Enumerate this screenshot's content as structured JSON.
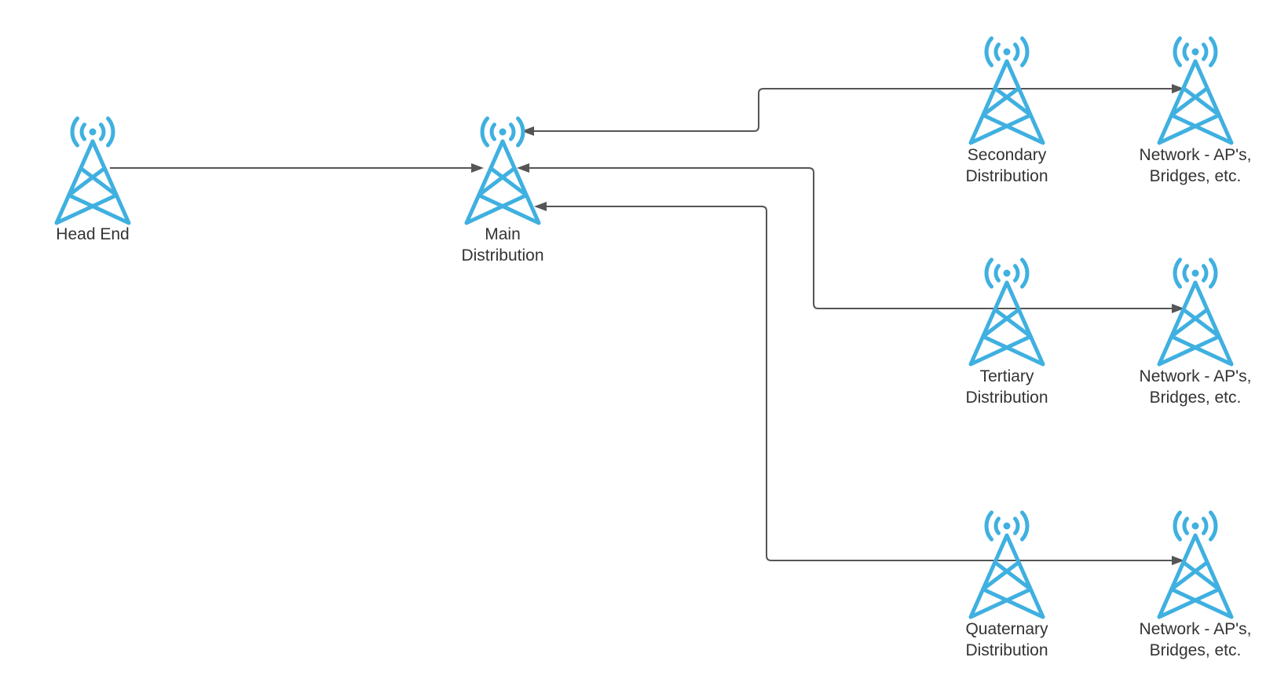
{
  "colors": {
    "tower": "#3fb0e0",
    "connector": "#555555",
    "text": "#333333"
  },
  "nodes": [
    {
      "id": "head-end",
      "icon": "antenna-tower-icon",
      "label": [
        "Head End"
      ]
    },
    {
      "id": "main",
      "icon": "antenna-tower-icon",
      "label": [
        "Main",
        "Distribution"
      ]
    },
    {
      "id": "secondary",
      "icon": "antenna-tower-icon",
      "label": [
        "Secondary",
        "Distribution"
      ]
    },
    {
      "id": "net1",
      "icon": "antenna-tower-icon",
      "label": [
        "Network -  AP's,",
        "Bridges, etc."
      ]
    },
    {
      "id": "tertiary",
      "icon": "antenna-tower-icon",
      "label": [
        "Tertiary",
        "Distribution"
      ]
    },
    {
      "id": "net2",
      "icon": "antenna-tower-icon",
      "label": [
        "Network - AP's,",
        "Bridges, etc."
      ]
    },
    {
      "id": "quaternary",
      "icon": "antenna-tower-icon",
      "label": [
        "Quaternary",
        "Distribution"
      ]
    },
    {
      "id": "net3",
      "icon": "antenna-tower-icon",
      "label": [
        "Network - AP's,",
        "Bridges, etc."
      ]
    }
  ],
  "edges": [
    {
      "from": "head-end",
      "to": "main"
    },
    {
      "from": "secondary",
      "to": "main"
    },
    {
      "from": "tertiary",
      "to": "main"
    },
    {
      "from": "quaternary",
      "to": "main"
    },
    {
      "from": "secondary",
      "to": "net1"
    },
    {
      "from": "tertiary",
      "to": "net2"
    },
    {
      "from": "quaternary",
      "to": "net3"
    }
  ]
}
